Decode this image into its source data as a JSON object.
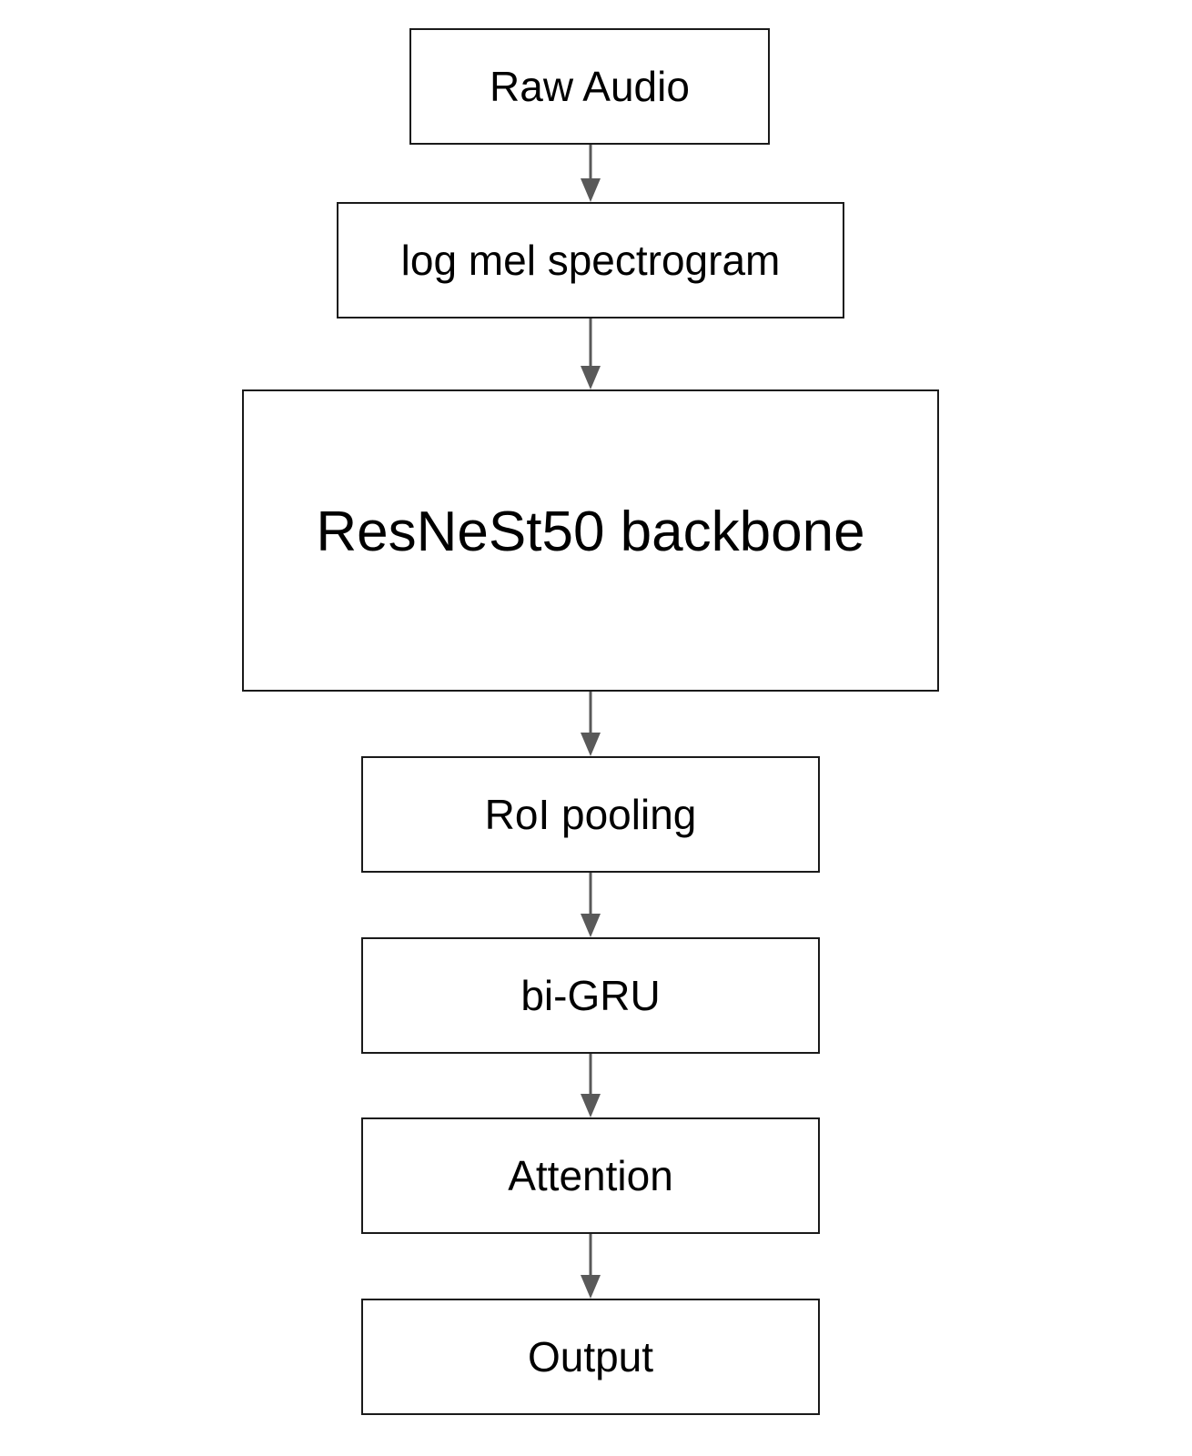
{
  "diagram": {
    "colors": {
      "box_border": "#1a1a1a",
      "arrow": "#595959",
      "text": "#000000",
      "background": "#ffffff"
    },
    "nodes": [
      {
        "id": "raw-audio",
        "label": "Raw Audio"
      },
      {
        "id": "log-mel-spectrogram",
        "label": "log mel spectrogram"
      },
      {
        "id": "resnest50-backbone",
        "label": "ResNeSt50 backbone"
      },
      {
        "id": "roi-pooling",
        "label": "RoI pooling"
      },
      {
        "id": "bi-gru",
        "label": "bi-GRU"
      },
      {
        "id": "attention",
        "label": "Attention"
      },
      {
        "id": "output",
        "label": "Output"
      }
    ],
    "edges": [
      {
        "from": "raw-audio",
        "to": "log-mel-spectrogram"
      },
      {
        "from": "log-mel-spectrogram",
        "to": "resnest50-backbone"
      },
      {
        "from": "resnest50-backbone",
        "to": "roi-pooling"
      },
      {
        "from": "roi-pooling",
        "to": "bi-gru"
      },
      {
        "from": "bi-gru",
        "to": "attention"
      },
      {
        "from": "attention",
        "to": "output"
      }
    ]
  }
}
